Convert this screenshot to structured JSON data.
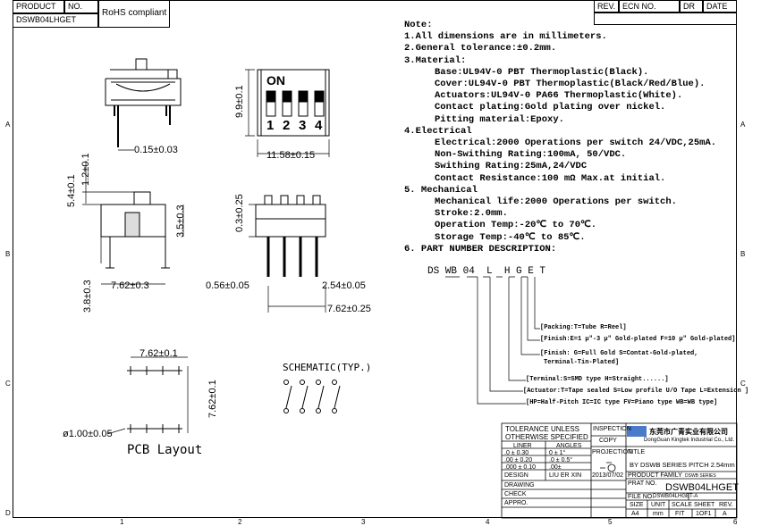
{
  "header": {
    "product_label": "PRODUCT",
    "no_label": "NO.",
    "part_number": "DSWB04LHGET",
    "rohs": "RoHS compliant"
  },
  "revision": {
    "rev": "REV.",
    "ecn": "ECN NO.",
    "dr": "DR",
    "date": "DATE"
  },
  "border": {
    "rows": [
      "A",
      "B",
      "C",
      "D"
    ],
    "cols": [
      "1",
      "2",
      "3",
      "4",
      "5",
      "6"
    ]
  },
  "drawing": {
    "on_label": "ON",
    "switch_numbers": [
      "1",
      "2",
      "3",
      "4"
    ],
    "dims": {
      "lead_width": "0.15±0.03",
      "body_height": "9.9±0.1",
      "body_width": "11.58±0.15",
      "total_height": "5.4±0.1",
      "actuator_height": "1.2±0.1",
      "body_3_5": "3.5±0.3",
      "lead_thick": "0.3±0.25",
      "pin_pitch_side": "7.62±0.3",
      "lead_length": "3.8±0.3",
      "pin_width": "0.56±0.05",
      "pitch": "2.54±0.05",
      "row_span": "7.62±0.25",
      "pcb_x": "7.62±0.1",
      "pcb_y": "7.62±0.1",
      "hole": "ø1.00±0.05"
    },
    "pcb_label": "PCB Layout",
    "schematic_label": "SCHEMATIC(TYP.)"
  },
  "notes": {
    "title": "Note:",
    "lines": [
      {
        "text": "1.All dimensions are in millimeters.",
        "indent": false
      },
      {
        "text": "2.General tolerance:±0.2mm.",
        "indent": false
      },
      {
        "text": "3.Material:",
        "indent": false
      },
      {
        "text": "Base:UL94V-0 PBT Thermoplastic(Black).",
        "indent": true
      },
      {
        "text": "Cover:UL94V-0 PBT Thermoplastic(Black/Red/Blue).",
        "indent": true
      },
      {
        "text": "Actuators:UL94V-0 PA66 Thermoplastic(White).",
        "indent": true
      },
      {
        "text": "Contact plating:Gold plating over nickel.",
        "indent": true
      },
      {
        "text": "Pitting material:Epoxy.",
        "indent": true
      },
      {
        "text": "4.Electrical",
        "indent": false
      },
      {
        "text": "Electrical:2000 Operations per switch 24/VDC,25mA.",
        "indent": true
      },
      {
        "text": "Non-Swithing Rating:100mA, 50/VDC.",
        "indent": true
      },
      {
        "text": "Swithing Rating:25mA,24/VDC",
        "indent": true
      },
      {
        "text": "Contact Resistance:100 mΩ Max.at initial.",
        "indent": true
      },
      {
        "text": "5. Mechanical",
        "indent": false
      },
      {
        "text": "Mechanical life:2000 Operations per switch.",
        "indent": true
      },
      {
        "text": "Stroke:2.0mm.",
        "indent": true
      },
      {
        "text": "Operation Temp:-20℃ to 70℃.",
        "indent": true
      },
      {
        "text": "Storage Temp:-40℃ to 85℃.",
        "indent": true
      },
      {
        "text": "6. PART NUMBER DESCRIPTION:",
        "indent": false
      }
    ]
  },
  "part_number": {
    "code": "DS WB 04  L  H G E T",
    "descriptions": [
      "[Packing:T=Tube R=Reel]",
      "[Finish:E=1 μ\"-3 μ\" Gold-plated F=10 μ\" Gold-plated]",
      "[Finish: G=Full Gold S=Contat-Gold-plated,",
      "Terminal-Tin-Plated]",
      "[Terminal:S=SMD type  H=Straight......]",
      "[Actuator:T=Tape sealed S=Low profile U/O Tape L=Extension ]",
      "[HP=Half-Pitch IC=IC type FV=Piano type WB=WB type]"
    ]
  },
  "title_block": {
    "tolerance_1": "TOLERANCE UNLESS",
    "tolerance_2": "OTHERWISE SPECIFIED",
    "liner": "LINER",
    "angles": "ANGLES",
    "tol_rows": [
      [
        ".0  ±  0.30",
        "0  ±  1°"
      ],
      [
        ".00 ±  0.20",
        ".0  ±  0.5°"
      ],
      [
        ".000 ± 0.10",
        ".00±"
      ]
    ],
    "inspection_1": "INSPECTION",
    "inspection_2": "COPY",
    "projection": "PROJECTION",
    "design": "DESIGN",
    "designer": "LIU ER XIN",
    "design_date": "2013/07/02",
    "drawing": "DRAWING",
    "check": "CHECK",
    "approval": "APPRO.",
    "company_cn": "东莞市广青实业有限公司",
    "company_en": "DongGuan Kingtek Industrial Co., Ltd.",
    "title_label": "TITLE",
    "title": "BY DSWB SERIES PITCH 2.54mm",
    "product_family": "PRODUCT FAMILY",
    "product_family_value": "DSWB SERIES",
    "part_label": "PRAT NO.",
    "part_value": "DSWB04LHGET",
    "file_label": "FILE NO.",
    "file_value": "DSWB04LHGET-A",
    "size_label": "SIZE",
    "unit_label": "UNIT",
    "scale_label": "SCALE",
    "sheet_label": "SHEET",
    "rev_label": "REV.",
    "size": "A4",
    "unit": "mm",
    "scale": "FIT",
    "sheet": "1OF1",
    "rev": "A"
  }
}
